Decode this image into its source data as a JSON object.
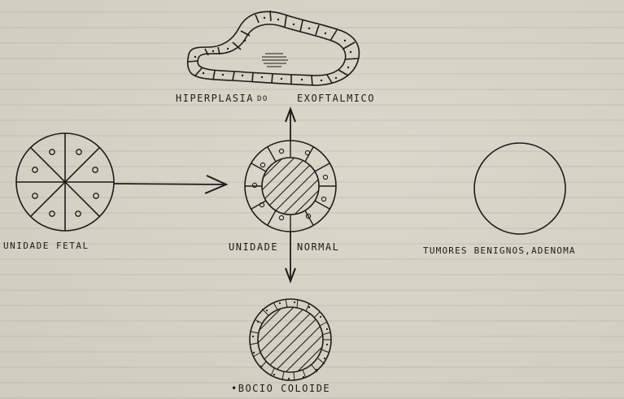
{
  "diagram": {
    "labels": {
      "hyperplasia_left": "HIPERPLASIA",
      "hyperplasia_connector": "DO",
      "hyperplasia_right": "EXOFTALMICO",
      "fetal_unit": "UNIDADE FETAL",
      "normal_left": "UNIDADE",
      "normal_right": "NORMAL",
      "tumors": "TUMORES BENIGNOS,ADENOMA",
      "colloid_goiter": "•BOCIO COLOIDE"
    },
    "colors": {
      "ink": "#1d1c19",
      "paper": "#d4d2c4"
    }
  }
}
